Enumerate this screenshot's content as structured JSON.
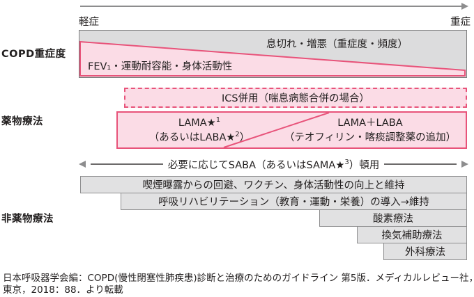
{
  "axis": {
    "left": "軽症",
    "right": "重症"
  },
  "severity_row": {
    "label": "COPD重症度",
    "upper_text": "息切れ・増悪（重症度・頻度）",
    "lower_text": "FEV₁・運動耐容能・身体活動性"
  },
  "pharma_row": {
    "label": "薬物療法",
    "ics_box": {
      "text": "ICS併用（喘息病態合併の場合）"
    },
    "bronchodilator_box": {
      "left": {
        "line1_base": "LAMA★",
        "line1_sup": "1",
        "line2_pre": "（あるいはLABA★",
        "line2_sup": "2",
        "line2_post": "）"
      },
      "right": {
        "line1": "LAMA＋LABA",
        "line2": "（テオフィリン・喀痰調整薬の追加）"
      }
    },
    "saba_line": {
      "pre": "必要に応じてSABA（あるいはSAMA★",
      "sup": "3",
      "post": "）頓用"
    }
  },
  "non_pharma_row": {
    "label": "非薬物療法",
    "bars": [
      "喫煙曝露からの回避、ワクチン、身体活動性の向上と維持",
      "呼吸リハビリテーション（教育・運動・栄養）の導入→維持",
      "酸素療法",
      "換気補助療法",
      "外科療法"
    ]
  },
  "citation": {
    "line1": "日本呼吸器学会編：COPD(慢性閉塞性肺疾患)診断と治療のためのガイドライン 第5版．メディカルレビュー社，",
    "line2": "東京，2018：88．より転載"
  },
  "colors": {
    "pink_fill": "#fbdce6",
    "accent_pink": "#e8537a",
    "gray_fill": "#dcdcdd",
    "bar_fill": "#e1e1e2",
    "border_gray": "#7c7c7d",
    "arrow_gray": "#8d8d8e",
    "text": "#221f1f"
  }
}
